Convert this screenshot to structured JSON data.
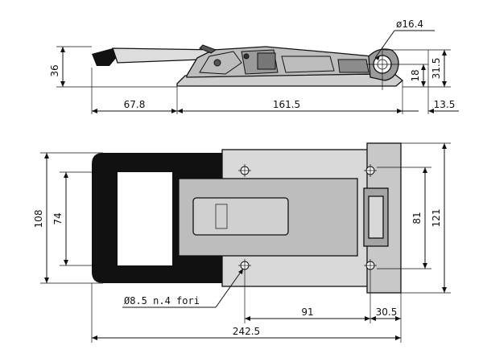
{
  "drawing": {
    "side_view": {
      "dimensions": {
        "height": "36",
        "handle_length": "67.8",
        "body_length": "161.5",
        "pivot_diameter": "ø16.4",
        "pivot_height": "18",
        "right_height": "31.5",
        "hook_offset": "13.5"
      }
    },
    "top_view": {
      "dimensions": {
        "outer_height": "108",
        "inner_height": "74",
        "hole_spacing_vertical": "81",
        "body_height": "121",
        "hole_spacing": "91",
        "end_offset": "30.5",
        "overall_length": "242.5"
      },
      "hole_note": "Ø8.5 n.4 fori"
    }
  }
}
